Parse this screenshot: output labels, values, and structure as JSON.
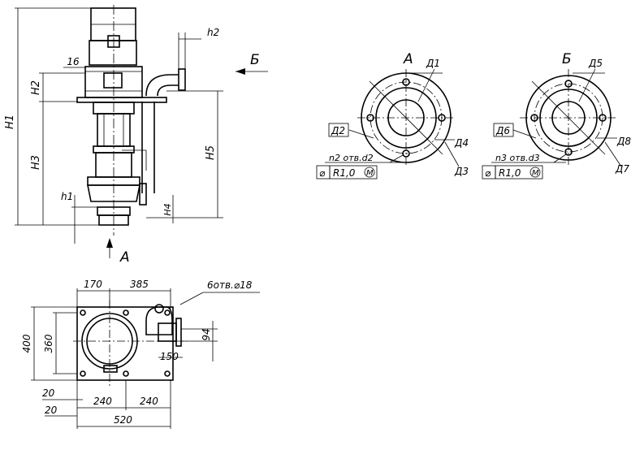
{
  "front_view": {
    "dims": {
      "h2": "h2",
      "d16": "16",
      "H2": "H2",
      "H1": "H1",
      "H3": "H3",
      "H5": "H5",
      "h1": "h1",
      "H4": "H4"
    },
    "arrow_a_label": "A",
    "arrow_b_label": "Б"
  },
  "flange_a": {
    "title": "А",
    "labels": {
      "d1": "Д1",
      "d2": "Д2",
      "d3": "Д3",
      "d4": "Д4"
    },
    "holes_note": "n2 отв.d2",
    "tolerance": {
      "symbol": "⌀",
      "value": "R1,0",
      "modifier": "M"
    }
  },
  "flange_b": {
    "title": "Б",
    "labels": {
      "d5": "Д5",
      "d6": "Д6",
      "d7": "Д7",
      "d8": "Д8"
    },
    "holes_note": "n3 отв.d3",
    "tolerance": {
      "symbol": "⌀",
      "value": "R1,0",
      "modifier": "M"
    }
  },
  "plan_view": {
    "dims": {
      "top_left": "170",
      "top_right": "385",
      "holes": "6отв.⌀18",
      "h400": "400",
      "h360": "360",
      "r94": "94",
      "r150": "150",
      "b20a": "20",
      "b20b": "20",
      "b240a": "240",
      "b240b": "240",
      "b520": "520"
    }
  }
}
